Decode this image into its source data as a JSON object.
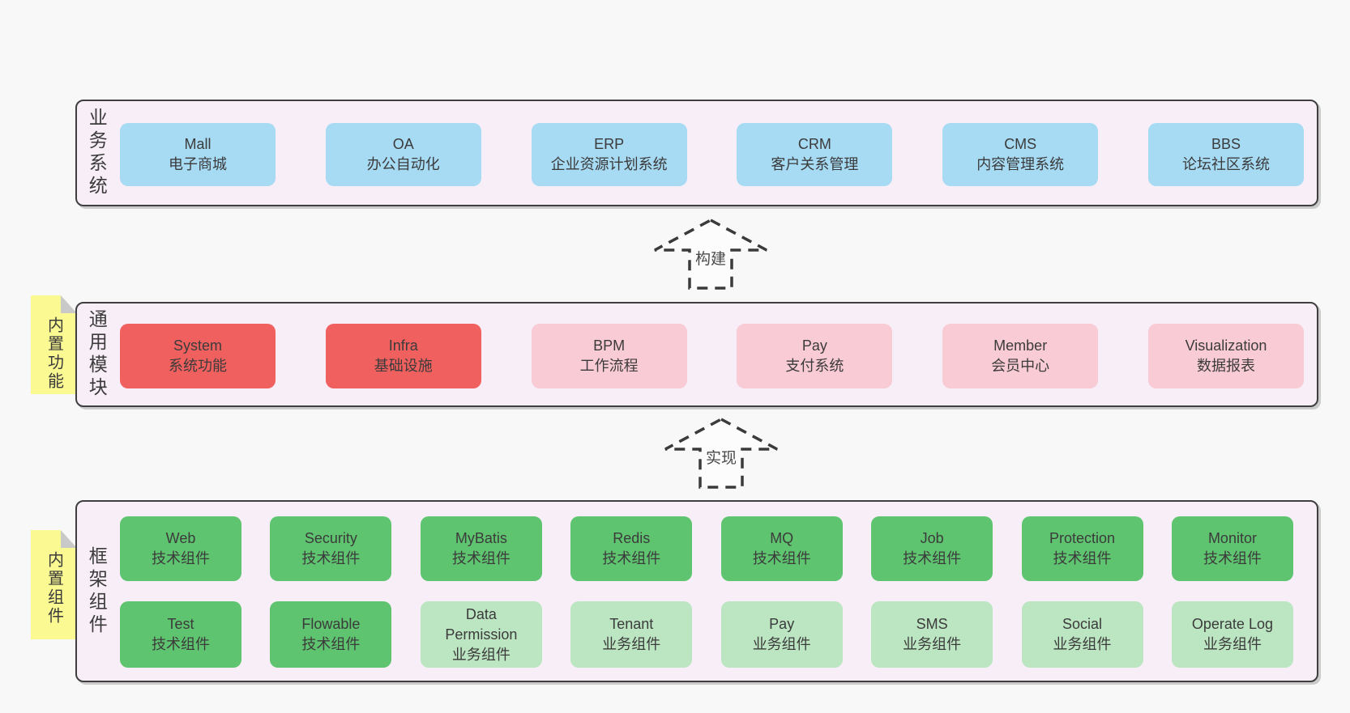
{
  "colors": {
    "page_bg": "#f8f8f8",
    "panel_bg": "#f8eef7",
    "panel_border": "#3f3f3f",
    "box_blue": "#a7daf3",
    "box_red": "#f0605e",
    "box_pink": "#f9cbd5",
    "box_green": "#5fc470",
    "box_light_green": "#bce5c2",
    "sticky_yellow": "#fbf992",
    "sticky_fold_gray": "#c9c9c9",
    "text": "#3b3b3b"
  },
  "arrows": [
    {
      "label": "构建"
    },
    {
      "label": "实现"
    }
  ],
  "sections": [
    {
      "label": "业务系统",
      "boxes": [
        {
          "name": "Mall",
          "desc": "电子商城",
          "variant": "blue"
        },
        {
          "name": "OA",
          "desc": "办公自动化",
          "variant": "blue"
        },
        {
          "name": "ERP",
          "desc": "企业资源计划系统",
          "variant": "blue"
        },
        {
          "name": "CRM",
          "desc": "客户关系管理",
          "variant": "blue"
        },
        {
          "name": "CMS",
          "desc": "内容管理系统",
          "variant": "blue"
        },
        {
          "name": "BBS",
          "desc": "论坛社区系统",
          "variant": "blue"
        }
      ]
    },
    {
      "label": "通用模块",
      "note": "内置功能",
      "boxes": [
        {
          "name": "System",
          "desc": "系统功能",
          "variant": "red"
        },
        {
          "name": "Infra",
          "desc": "基础设施",
          "variant": "red"
        },
        {
          "name": "BPM",
          "desc": "工作流程",
          "variant": "pink"
        },
        {
          "name": "Pay",
          "desc": "支付系统",
          "variant": "pink"
        },
        {
          "name": "Member",
          "desc": "会员中心",
          "variant": "pink"
        },
        {
          "name": "Visualization",
          "desc": "数据报表",
          "variant": "pink"
        }
      ]
    },
    {
      "label": "框架组件",
      "note": "内置组件",
      "rows": [
        [
          {
            "name": "Web",
            "desc": "技术组件",
            "variant": "green"
          },
          {
            "name": "Security",
            "desc": "技术组件",
            "variant": "green"
          },
          {
            "name": "MyBatis",
            "desc": "技术组件",
            "variant": "green"
          },
          {
            "name": "Redis",
            "desc": "技术组件",
            "variant": "green"
          },
          {
            "name": "MQ",
            "desc": "技术组件",
            "variant": "green"
          },
          {
            "name": "Job",
            "desc": "技术组件",
            "variant": "green"
          },
          {
            "name": "Protection",
            "desc": "技术组件",
            "variant": "green"
          },
          {
            "name": "Monitor",
            "desc": "技术组件",
            "variant": "green"
          }
        ],
        [
          {
            "name": "Test",
            "desc": "技术组件",
            "variant": "green"
          },
          {
            "name": "Flowable",
            "desc": "技术组件",
            "variant": "green"
          },
          {
            "name": "Data Permission",
            "desc": "业务组件",
            "variant": "lightgreen"
          },
          {
            "name": "Tenant",
            "desc": "业务组件",
            "variant": "lightgreen"
          },
          {
            "name": "Pay",
            "desc": "业务组件",
            "variant": "lightgreen"
          },
          {
            "name": "SMS",
            "desc": "业务组件",
            "variant": "lightgreen"
          },
          {
            "name": "Social",
            "desc": "业务组件",
            "variant": "lightgreen"
          },
          {
            "name": "Operate Log",
            "desc": "业务组件",
            "variant": "lightgreen"
          }
        ]
      ]
    }
  ]
}
